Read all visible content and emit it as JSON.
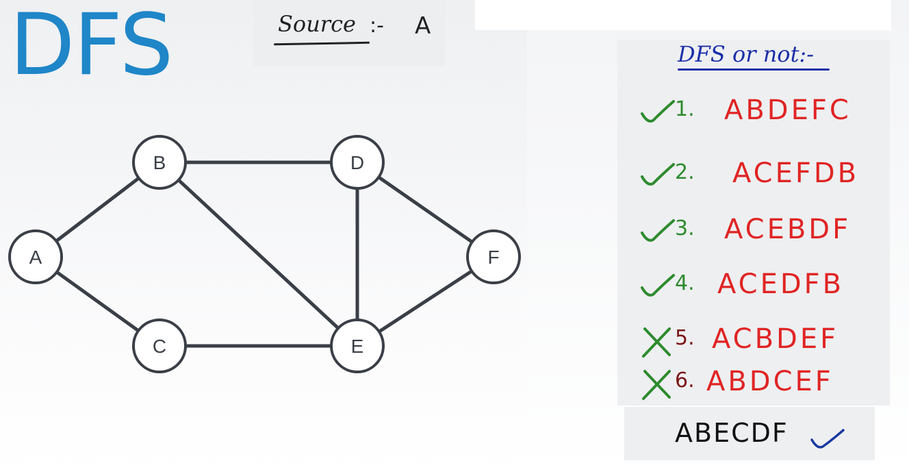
{
  "title": "DFS",
  "source": {
    "label": "Source",
    "separator": ":-",
    "value": "A"
  },
  "graph": {
    "nodes": [
      {
        "id": "A",
        "label": "A"
      },
      {
        "id": "B",
        "label": "B"
      },
      {
        "id": "C",
        "label": "C"
      },
      {
        "id": "D",
        "label": "D"
      },
      {
        "id": "E",
        "label": "E"
      },
      {
        "id": "F",
        "label": "F"
      }
    ],
    "edges": [
      [
        "A",
        "B"
      ],
      [
        "A",
        "C"
      ],
      [
        "B",
        "D"
      ],
      [
        "B",
        "E"
      ],
      [
        "C",
        "E"
      ],
      [
        "D",
        "E"
      ],
      [
        "D",
        "F"
      ],
      [
        "E",
        "F"
      ]
    ]
  },
  "dfs_check": {
    "heading": "DFS or not:-",
    "items": [
      {
        "number": "1.",
        "sequence": "ABDEFC",
        "mark": "check"
      },
      {
        "number": "2.",
        "sequence": "ACEFDB",
        "mark": "check"
      },
      {
        "number": "3.",
        "sequence": "ACEBDF",
        "mark": "check"
      },
      {
        "number": "4.",
        "sequence": "ACEDFB",
        "mark": "check"
      },
      {
        "number": "5.",
        "sequence": "ACBDEF",
        "mark": "cross"
      },
      {
        "number": "6.",
        "sequence": "ABDCEF",
        "mark": "cross"
      }
    ]
  },
  "answer": {
    "sequence": "ABECDF",
    "mark": "check"
  },
  "colors": {
    "title": "#1f86c8",
    "sequence": "#e02424",
    "check": "#2e8b2e",
    "heading": "#1a2fa8",
    "answer_check": "#1a3aa0"
  }
}
